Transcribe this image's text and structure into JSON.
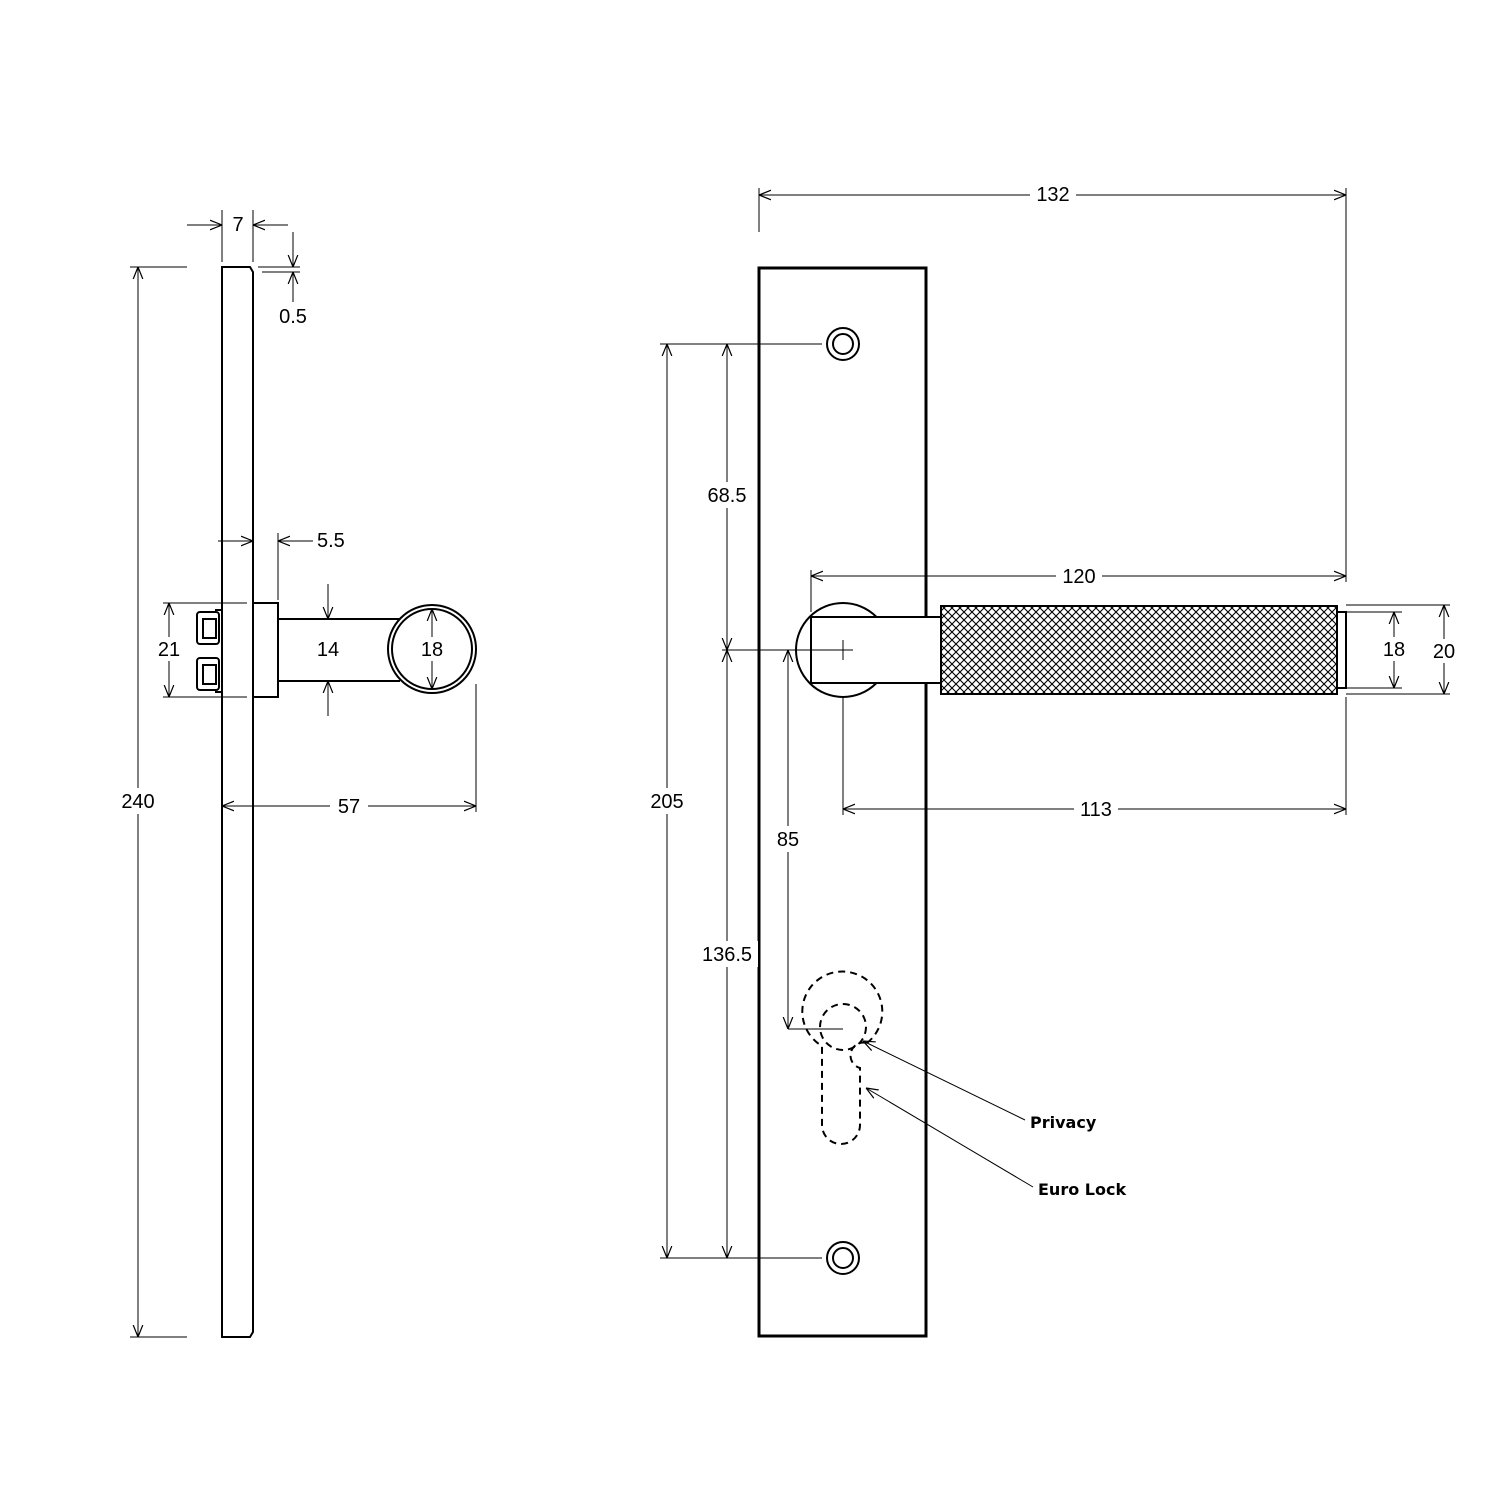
{
  "side_view": {
    "dims": {
      "thickness": "7",
      "bevel": "0.5",
      "overall_height": "240",
      "rose_offset": "5.5",
      "spindle_block": "21",
      "neck": "14",
      "lever_dia": "18",
      "projection": "57"
    }
  },
  "front_view": {
    "dims": {
      "overall_width": "132",
      "lever_length": "120",
      "top_to_lever": "68.5",
      "fixing_centres": "205",
      "lever_to_lock": "85",
      "lever_to_bottom": "136.5",
      "lever_dia": "18",
      "rose_dia": "20",
      "lever_reach": "113"
    },
    "callouts": {
      "privacy": "Privacy",
      "euro_lock": "Euro Lock"
    }
  }
}
